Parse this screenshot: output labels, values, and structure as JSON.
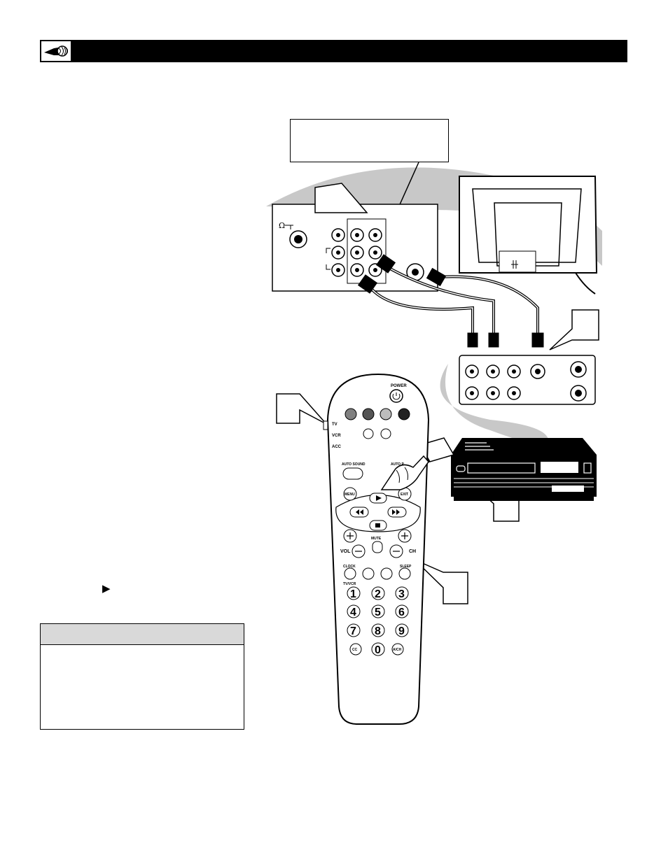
{
  "header": {
    "icon": "hand-pointer-icon"
  },
  "body": {
    "play_symbol": "▶"
  },
  "note_box": {
    "title": "",
    "text": ""
  },
  "tv_back_panel": {
    "antenna_symbol": "Ω"
  },
  "remote": {
    "power": "POWER",
    "mode_tv": "TV",
    "mode_vcr": "VCR",
    "mode_acc": "ACC",
    "auto_sound": "AUTO SOUND",
    "auto_picture": "AUTO P",
    "menu": "MENU",
    "exit": "EXIT",
    "mute": "MUTE",
    "vol": "VOL",
    "ch": "CH",
    "clock": "CLOCK",
    "sleep": "SLEEP",
    "tv_vcr": "TV/VCR",
    "keys": [
      "1",
      "2",
      "3",
      "4",
      "5",
      "6",
      "7",
      "8",
      "9"
    ],
    "cc": "CC",
    "zero": "0",
    "ach": "A/CH"
  }
}
